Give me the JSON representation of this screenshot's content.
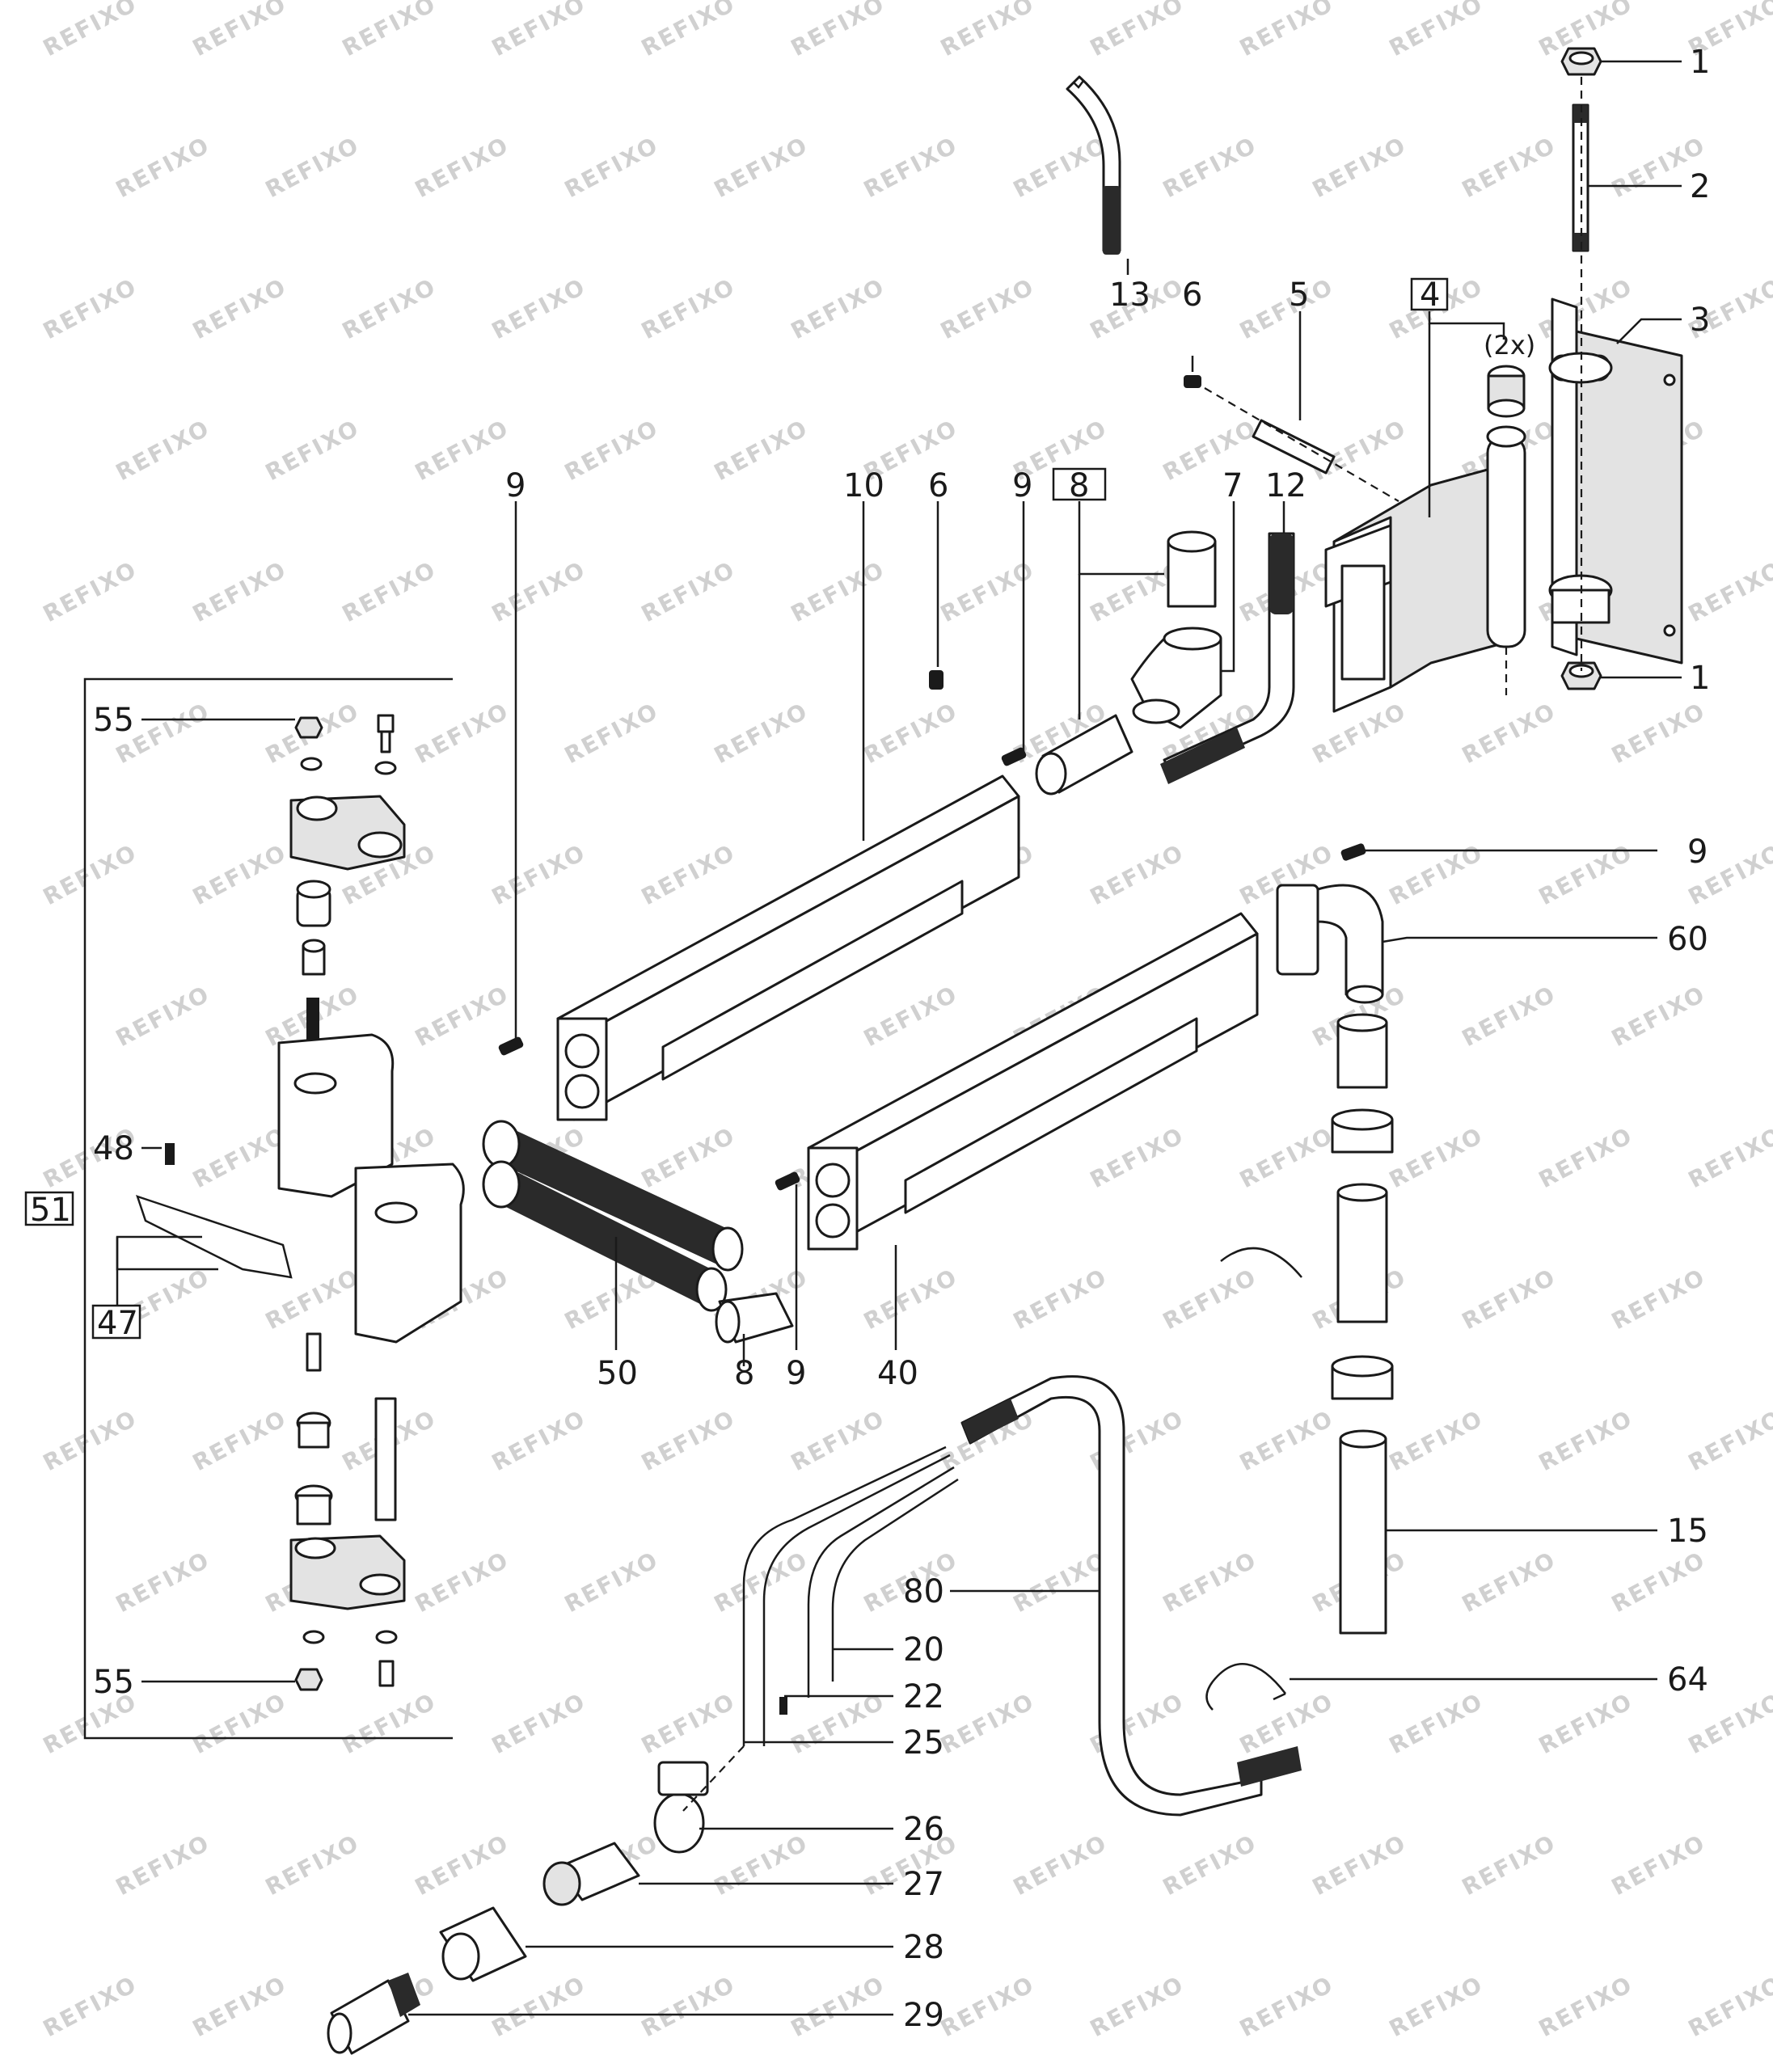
{
  "watermark": "REFIXO",
  "callouts": {
    "c1_top": "1",
    "c2": "2",
    "c3": "3",
    "c1_bottom": "1",
    "c13": "13",
    "c6_top": "6",
    "c5": "5",
    "c4": "4",
    "c2x": "(2x)",
    "c9_left": "9",
    "c10": "10",
    "c6_mid": "6",
    "c9_mid": "9",
    "c8_top": "8",
    "c7": "7",
    "c12": "12",
    "c9_right": "9",
    "c60": "60",
    "c55_top": "55",
    "c48": "48",
    "c51": "51",
    "c47": "47",
    "c55_bottom": "55",
    "c50": "50",
    "c8_bottom": "8",
    "c9_bottom": "9",
    "c40": "40",
    "c15": "15",
    "c80": "80",
    "c20": "20",
    "c22": "22",
    "c25": "25",
    "c64": "64",
    "c26": "26",
    "c27": "27",
    "c28": "28",
    "c29": "29"
  },
  "colors": {
    "line": "#1a1a1a",
    "fill_part": "#ffffff",
    "fill_shade": "#e3e3e3",
    "watermark": "#d0d0d0"
  }
}
